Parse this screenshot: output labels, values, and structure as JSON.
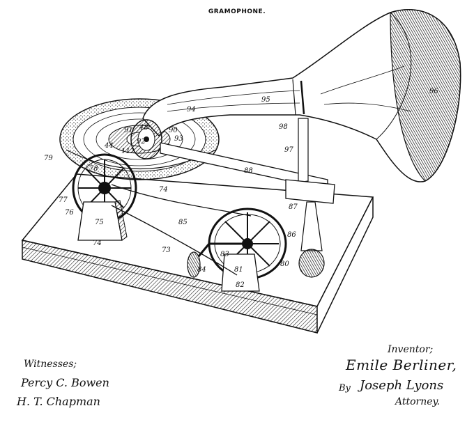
{
  "title": "GRAMOPHONE.",
  "labels": [
    "73",
    "74",
    "75",
    "76",
    "77",
    "78",
    "79",
    "44",
    "91",
    "112",
    "48",
    "90",
    "92",
    "93",
    "94",
    "95",
    "96",
    "97",
    "98",
    "88",
    "87",
    "86",
    "85",
    "84",
    "83",
    "81",
    "82",
    "80",
    "74"
  ],
  "inventor": {
    "label": "Inventor;",
    "name": "Emile Berliner,",
    "by": "By",
    "attorney_signature": "Joseph Lyons",
    "attorney_label": "Attorney."
  },
  "witnesses": {
    "label": "Witnesses;",
    "names": [
      "Percy C. Bowen",
      "H. T. Chapman"
    ]
  }
}
